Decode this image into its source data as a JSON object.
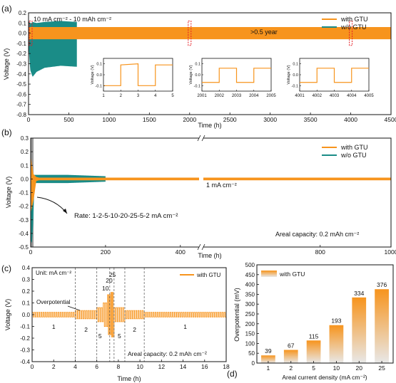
{
  "colors": {
    "gtu": "#F7941D",
    "wo": "#1A8C87",
    "gray": "#9a9a9a",
    "dash": "#666666",
    "red": "#e51e25"
  },
  "panels": {
    "a": "(a)",
    "b": "(b)",
    "c": "(c)",
    "d": "(d)"
  },
  "chart_data": [
    {
      "id": "a",
      "type": "line",
      "title": "",
      "xlabel": "Time (h)",
      "ylabel": "Voltage (V)",
      "xlim": [
        0,
        4500
      ],
      "ylim": [
        -0.8,
        0.2
      ],
      "xticks": [
        "0",
        "500",
        "1000",
        "1500",
        "2000",
        "2500",
        "3000",
        "3500",
        "4000",
        "4500"
      ],
      "yticks": [
        "0.2",
        "0.1",
        "0.0",
        "-0.1",
        "-0.2",
        "-0.3",
        "-0.4",
        "-0.5",
        "-0.6",
        "-0.7",
        "-0.8"
      ],
      "legend": [
        "with GTU",
        "w/o  GTU"
      ],
      "legend_position": "top-right",
      "annotations": {
        "condition": "10 mA cm⁻² - 10 mAh cm⁻²",
        "duration": ">0.5 year"
      },
      "series": [
        {
          "name": "with GTU",
          "x": [
            0,
            4500
          ],
          "y_max": [
            0.06,
            0.06
          ],
          "y_min": [
            -0.06,
            -0.06
          ]
        },
        {
          "name": "w/o  GTU",
          "x": [
            0,
            20,
            50,
            100,
            200,
            400,
            600
          ],
          "y_max": [
            0.13,
            0.09,
            0.11,
            0.1,
            0.11,
            0.12,
            0.11
          ],
          "y_min": [
            -0.12,
            -0.36,
            -0.43,
            -0.38,
            -0.34,
            -0.32,
            -0.33
          ]
        }
      ],
      "insets": [
        {
          "xticks": [
            "1",
            "2",
            "3",
            "4",
            "5"
          ],
          "yticks": [
            "0.1",
            "0.0",
            "-0.1"
          ],
          "ylabel": "Voltage (V)",
          "x": [
            1,
            2,
            2,
            3,
            3,
            4,
            4,
            5
          ],
          "y": [
            -0.1,
            -0.1,
            0.09,
            0.1,
            -0.1,
            -0.1,
            0.09,
            0.09
          ]
        },
        {
          "xticks": [
            "2001",
            "2002",
            "2003",
            "2004",
            "2005"
          ],
          "yticks": [
            "0.1",
            "0.0",
            "-0.1"
          ],
          "ylabel": "Voltage (V)",
          "x": [
            2001,
            2002,
            2002,
            2003,
            2003,
            2004,
            2004,
            2005
          ],
          "y": [
            -0.07,
            -0.07,
            0.06,
            0.06,
            -0.07,
            -0.07,
            0.06,
            0.06
          ]
        },
        {
          "xticks": [
            "4001",
            "4002",
            "4003",
            "4004",
            "4005"
          ],
          "yticks": [
            "0.1",
            "0.0",
            "-0.1"
          ],
          "ylabel": "Voltage (V)",
          "x": [
            4001,
            4002,
            4002,
            4003,
            4003,
            4004,
            4004,
            4005
          ],
          "y": [
            -0.07,
            -0.07,
            0.06,
            0.06,
            -0.07,
            -0.07,
            0.06,
            0.06
          ]
        }
      ]
    },
    {
      "id": "b",
      "type": "line",
      "title": "",
      "xlabel": "Time (h)",
      "ylabel": "Voltage (V)",
      "xlim": [
        0,
        1000
      ],
      "x_break": [
        450,
        470
      ],
      "ylim": [
        -0.5,
        0.3
      ],
      "xticks": [
        "0",
        "200",
        "400",
        "800",
        "1000"
      ],
      "yticks": [
        "0.3",
        "0.2",
        "0.1",
        "0.0",
        "-0.1",
        "-0.2",
        "-0.3",
        "-0.4",
        "-0.5"
      ],
      "legend": [
        "with GTU",
        "w/o  GTU"
      ],
      "legend_position": "top-right",
      "annotations": {
        "current": "1 mA cm⁻²",
        "rate": "Rate: 1-2-5-10-20-25-5-2 mA cm⁻²",
        "capacity": "Areal capacity: 0.2 mAh cm⁻²"
      },
      "series": [
        {
          "name": "with GTU",
          "x": [
            0,
            5,
            10,
            20,
            50,
            1000
          ],
          "y_max": [
            0.17,
            0.05,
            0.02,
            0.01,
            0.01,
            0.01
          ],
          "y_min": [
            -0.25,
            -0.3,
            -0.02,
            -0.01,
            -0.01,
            -0.01
          ]
        },
        {
          "name": "w/o  GTU",
          "x": [
            0,
            5,
            10,
            50,
            100,
            200
          ],
          "y_max": [
            0.15,
            0.02,
            0.03,
            0.03,
            0.03,
            0.02
          ],
          "y_min": [
            -0.45,
            -0.48,
            -0.03,
            -0.03,
            -0.03,
            -0.02
          ]
        }
      ]
    },
    {
      "id": "c",
      "type": "line",
      "title": "",
      "xlabel": "Time (h)",
      "ylabel": "Voltage (V)",
      "xlim": [
        0,
        18
      ],
      "ylim": [
        -0.4,
        0.4
      ],
      "xticks": [
        "0",
        "2",
        "4",
        "6",
        "8",
        "10",
        "12",
        "14",
        "16",
        "18"
      ],
      "yticks": [
        "0.4",
        "0.3",
        "0.2",
        "0.1",
        "0.0",
        "-0.1",
        "-0.2",
        "-0.3",
        "-0.4"
      ],
      "legend": [
        "with GTU"
      ],
      "legend_position": "top-right",
      "annotations": {
        "unit": "Unit: mA cm⁻²",
        "overpotential": "Overpotential",
        "capacity": "Areal capacity: 0.2 mAh cm⁻²"
      },
      "segment_lines": [
        4,
        6,
        7.2,
        7.6,
        8.6,
        10.4
      ],
      "segments": [
        {
          "label": "1",
          "x_start": 0,
          "x_end": 4,
          "amp": 0.02
        },
        {
          "label": "2",
          "x_start": 4,
          "x_end": 6,
          "amp": 0.035
        },
        {
          "label": "5",
          "x_start": 6,
          "x_end": 6.6,
          "amp": 0.06
        },
        {
          "label": "10",
          "x_start": 6.6,
          "x_end": 7,
          "amp": 0.1
        },
        {
          "label": "20",
          "x_start": 7,
          "x_end": 7.3,
          "amp": 0.17
        },
        {
          "label": "25",
          "x_start": 7.3,
          "x_end": 7.6,
          "amp": 0.19
        },
        {
          "label": "5",
          "x_start": 7.6,
          "x_end": 8.6,
          "amp": 0.06
        },
        {
          "label": "2",
          "x_start": 8.6,
          "x_end": 10.4,
          "amp": 0.035
        },
        {
          "label": "1",
          "x_start": 10.4,
          "x_end": 18,
          "amp": 0.02
        }
      ]
    },
    {
      "id": "d",
      "type": "bar",
      "title": "",
      "xlabel": "Areal current density (mA cm⁻²)",
      "ylabel": "Overpotential (mV)",
      "ylim": [
        0,
        500
      ],
      "yticks": [
        "500",
        "450",
        "400",
        "350",
        "300",
        "250",
        "200",
        "150",
        "100",
        "50",
        "0"
      ],
      "legend": [
        "with GTU"
      ],
      "legend_position": "top-left",
      "categories": [
        "1",
        "2",
        "5",
        "10",
        "20",
        "25"
      ],
      "values": [
        39,
        67,
        115,
        193,
        334,
        376
      ],
      "value_labels": [
        "39",
        "67",
        "115",
        "193",
        "334",
        "376"
      ]
    }
  ]
}
